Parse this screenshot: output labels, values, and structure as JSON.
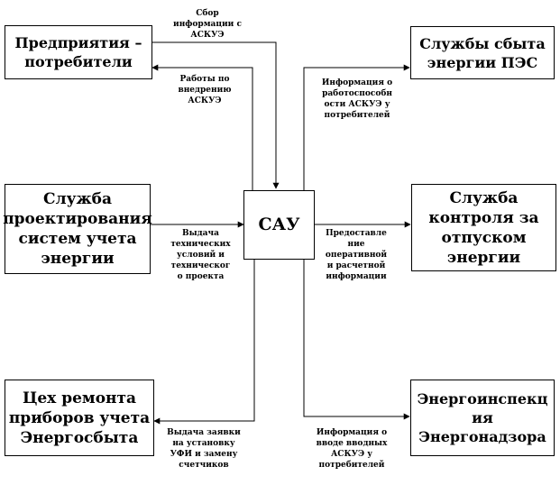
{
  "nodes": {
    "center": "САУ",
    "consumers": "Предприятия –\nпотребители",
    "design": "Служба\nпроектирования\nсистем учета\nэнергии",
    "workshop": "Цех ремонта\nприборов учета\nЭнергосбыта",
    "sales": "Службы сбыта\nэнергии ПЭС",
    "control": "Служба\nконтроля за\nотпуском\nэнергии",
    "inspection": "Энергоинспекц\nия\nЭнергонадзора"
  },
  "labels": {
    "collect": "Сбор\nинформации с\nАСКУЭ",
    "implement": "Работы по\nвнедрению\nАСКУЭ",
    "issue_tech": "Выдача\nтехнических\nусловий и\nтехническог\nо проекта",
    "issue_request": "Выдача заявки\nна установку\nУФИ и замену\nсчетчиков",
    "operability": "Информация о\nработоспособн\nости АСКУЭ у\nпотребителей",
    "provide": "Предоставле\nние\nоперативной\nи расчетной\nинформации",
    "input_info": "Информация о\nвводе вводных\nАСКУЭ у\nпотребителей"
  }
}
